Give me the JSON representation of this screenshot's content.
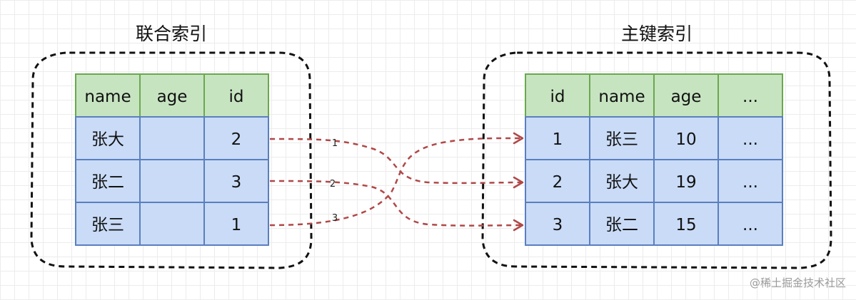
{
  "left_panel": {
    "title": "联合索引",
    "headers": [
      "name",
      "age",
      "id"
    ],
    "rows": [
      [
        "张大",
        "",
        "2"
      ],
      [
        "张二",
        "",
        "3"
      ],
      [
        "张三",
        "",
        "1"
      ]
    ]
  },
  "right_panel": {
    "title": "主键索引",
    "headers": [
      "id",
      "name",
      "age",
      "..."
    ],
    "rows": [
      [
        "1",
        "张三",
        "10",
        "..."
      ],
      [
        "2",
        "张大",
        "19",
        "..."
      ],
      [
        "3",
        "张二",
        "15",
        "..."
      ]
    ]
  },
  "links": [
    {
      "label": "1",
      "from_row": 0,
      "to_row": 1
    },
    {
      "label": "2",
      "from_row": 1,
      "to_row": 2
    },
    {
      "label": "3",
      "from_row": 2,
      "to_row": 0
    }
  ],
  "colors": {
    "header_fill": "#c7e4c1",
    "header_stroke": "#6aa84f",
    "body_fill": "#c9dbf7",
    "body_stroke": "#5b7fbe",
    "link": "#b04848"
  },
  "watermark": "@稀土掘金技术社区"
}
